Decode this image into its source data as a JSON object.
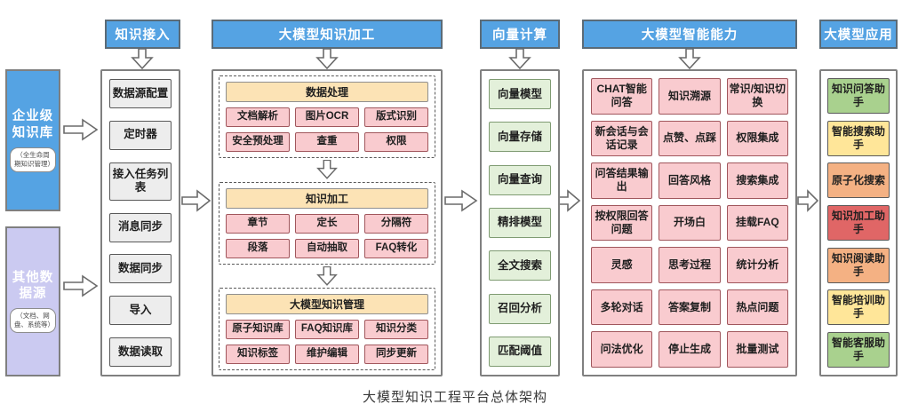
{
  "title": "大模型知识工程平台总体架构",
  "colors": {
    "header_blue": "#55a3e3",
    "source_purple": "#cbcaf1",
    "section_orange": "#fce3b5",
    "node_pink": "#f9cbcf",
    "node_green": "#e3f0da",
    "node_gray": "#ededed",
    "app_green": "#a9d18e",
    "app_yellow": "#ffe699",
    "app_orange": "#f4b183",
    "app_red": "#e06666"
  },
  "sources": [
    {
      "label": "企业级知识库",
      "sub": "（全生命周期知识管理）"
    },
    {
      "label": "其他数据源",
      "sub": "（文档、网盘、系统等）"
    }
  ],
  "headers": [
    "知识接入",
    "大模型知识加工",
    "向量计算",
    "大模型智能能力",
    "大模型应用"
  ],
  "ingest": {
    "items": [
      "数据源配置",
      "定时器",
      "接入任务列表",
      "消息同步",
      "数据同步",
      "导入",
      "数据读取"
    ]
  },
  "processing": {
    "sections": [
      {
        "title": "数据处理",
        "items": [
          "文档解析",
          "图片OCR",
          "版式识别",
          "安全预处理",
          "查重",
          "权限"
        ]
      },
      {
        "title": "知识加工",
        "items": [
          "章节",
          "定长",
          "分隔符",
          "段落",
          "自动抽取",
          "FAQ转化"
        ]
      },
      {
        "title": "大模型知识管理",
        "items": [
          "原子知识库",
          "FAQ知识库",
          "知识分类",
          "知识标签",
          "维护编辑",
          "同步更新"
        ]
      }
    ]
  },
  "vector": {
    "items": [
      "向量模型",
      "向量存储",
      "向量查询",
      "精排模型",
      "全文搜索",
      "召回分析",
      "匹配阈值"
    ]
  },
  "capabilities": {
    "items": [
      "CHAT智能问答",
      "知识溯源",
      "常识/知识切换",
      "新会话与会话记录",
      "点赞、点踩",
      "权限集成",
      "问答结果输出",
      "回答风格",
      "搜索集成",
      "按权限回答问题",
      "开场白",
      "挂载FAQ",
      "灵感",
      "思考过程",
      "统计分析",
      "多轮对话",
      "答案复制",
      "热点问题",
      "问法优化",
      "停止生成",
      "批量测试"
    ]
  },
  "applications": {
    "items": [
      {
        "label": "知识问答助手",
        "color": "#a9d18e"
      },
      {
        "label": "智能搜索助手",
        "color": "#ffe699"
      },
      {
        "label": "原子化搜索",
        "color": "#f4b183"
      },
      {
        "label": "知识加工助手",
        "color": "#e06666"
      },
      {
        "label": "知识阅读助手",
        "color": "#f4b183"
      },
      {
        "label": "智能培训助手",
        "color": "#ffe699"
      },
      {
        "label": "智能客服助手",
        "color": "#a9d18e"
      }
    ]
  }
}
